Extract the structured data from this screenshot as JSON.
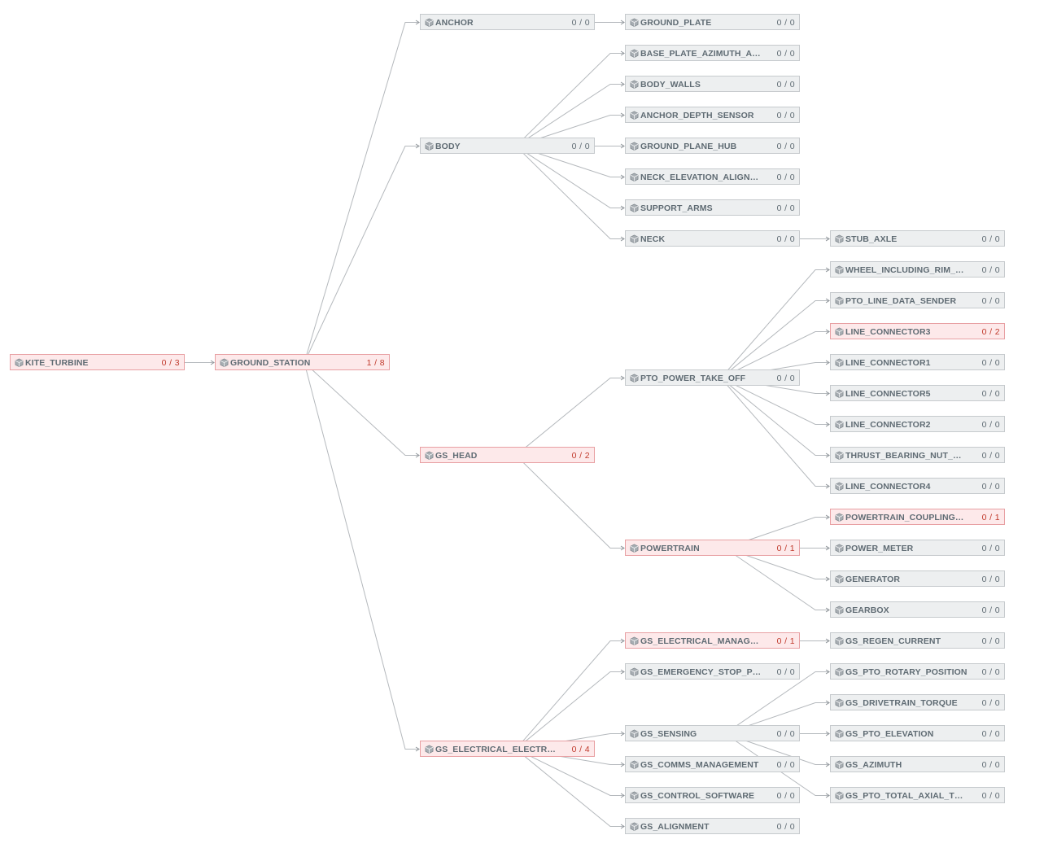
{
  "colors": {
    "edge": "#b5b9bd",
    "node_fill": "#edeff0",
    "node_border": "#c6cacd",
    "warn_fill": "#fde9ea",
    "warn_border": "#e8a0a3",
    "warn_count": "#c0392b"
  },
  "icon": "component-cube-icon",
  "nodes": [
    {
      "id": "kite_turbine",
      "label": "KITE_TURBINE",
      "count": "0 / 3",
      "warn": true
    },
    {
      "id": "ground_station",
      "label": "GROUND_STATION",
      "count": "1 / 8",
      "warn": true,
      "parent": "kite_turbine"
    },
    {
      "id": "anchor",
      "label": "ANCHOR",
      "count": "0 / 0",
      "parent": "ground_station"
    },
    {
      "id": "body",
      "label": "BODY",
      "count": "0 / 0",
      "parent": "ground_station"
    },
    {
      "id": "gs_head",
      "label": "GS_HEAD",
      "count": "0 / 2",
      "warn": true,
      "parent": "ground_station"
    },
    {
      "id": "gs_electrical_electronic",
      "label": "GS_ELECTRICAL_ELECTRONIC",
      "count": "0 / 4",
      "warn": true,
      "parent": "ground_station"
    },
    {
      "id": "ground_plate",
      "label": "GROUND_PLATE",
      "count": "0 / 0",
      "parent": "anchor"
    },
    {
      "id": "base_plate",
      "label": "BASE_PLATE_AZIMUTH_ALIGNMEN...",
      "count": "0 / 0",
      "parent": "body"
    },
    {
      "id": "body_walls",
      "label": "BODY_WALLS",
      "count": "0 / 0",
      "parent": "body"
    },
    {
      "id": "anchor_depth_sensor",
      "label": "ANCHOR_DEPTH_SENSOR",
      "count": "0 / 0",
      "parent": "body"
    },
    {
      "id": "ground_plane_hub",
      "label": "GROUND_PLANE_HUB",
      "count": "0 / 0",
      "parent": "body"
    },
    {
      "id": "neck_elevation",
      "label": "NECK_ELEVATION_ALIGNMENT_DRI...",
      "count": "0 / 0",
      "parent": "body"
    },
    {
      "id": "support_arms",
      "label": "SUPPORT_ARMS",
      "count": "0 / 0",
      "parent": "body"
    },
    {
      "id": "neck",
      "label": "NECK",
      "count": "0 / 0",
      "parent": "body"
    },
    {
      "id": "stub_axle",
      "label": "STUB_AXLE",
      "count": "0 / 0",
      "parent": "neck"
    },
    {
      "id": "pto_power_take_off",
      "label": "PTO_POWER_TAKE_OFF",
      "count": "0 / 0",
      "parent": "gs_head"
    },
    {
      "id": "powertrain",
      "label": "POWERTRAIN",
      "count": "0 / 1",
      "warn": true,
      "parent": "gs_head"
    },
    {
      "id": "wheel_including",
      "label": "WHEEL_INCLUDING_RIM_SPOKES_...",
      "count": "0 / 0",
      "parent": "pto_power_take_off"
    },
    {
      "id": "pto_line_data_sender",
      "label": "PTO_LINE_DATA_SENDER",
      "count": "0 / 0",
      "parent": "pto_power_take_off"
    },
    {
      "id": "line_connector3",
      "label": "LINE_CONNECTOR3",
      "count": "0 / 2",
      "warn": true,
      "parent": "pto_power_take_off"
    },
    {
      "id": "line_connector1",
      "label": "LINE_CONNECTOR1",
      "count": "0 / 0",
      "parent": "pto_power_take_off"
    },
    {
      "id": "line_connector5",
      "label": "LINE_CONNECTOR5",
      "count": "0 / 0",
      "parent": "pto_power_take_off"
    },
    {
      "id": "line_connector2",
      "label": "LINE_CONNECTOR2",
      "count": "0 / 0",
      "parent": "pto_power_take_off"
    },
    {
      "id": "thrust_bearing",
      "label": "THRUST_BEARING_NUT_AND_RETE...",
      "count": "0 / 0",
      "parent": "pto_power_take_off"
    },
    {
      "id": "line_connector4",
      "label": "LINE_CONNECTOR4",
      "count": "0 / 0",
      "parent": "pto_power_take_off"
    },
    {
      "id": "powertrain_coupling",
      "label": "POWERTRAIN_COUPLING_TRANSMI...",
      "count": "0 / 1",
      "warn": true,
      "parent": "powertrain"
    },
    {
      "id": "power_meter",
      "label": "POWER_METER",
      "count": "0 / 0",
      "parent": "powertrain"
    },
    {
      "id": "generator",
      "label": "GENERATOR",
      "count": "0 / 0",
      "parent": "powertrain"
    },
    {
      "id": "gearbox",
      "label": "GEARBOX",
      "count": "0 / 0",
      "parent": "powertrain"
    },
    {
      "id": "gs_electrical_management",
      "label": "GS_ELECTRICAL_MANAGEMENT",
      "count": "0 / 1",
      "warn": true,
      "parent": "gs_electrical_electronic"
    },
    {
      "id": "gs_emergency_stop",
      "label": "GS_EMERGENCY_STOP_PHYSICAL_...",
      "count": "0 / 0",
      "parent": "gs_electrical_electronic"
    },
    {
      "id": "gs_sensing",
      "label": "GS_SENSING",
      "count": "0 / 0",
      "parent": "gs_electrical_electronic"
    },
    {
      "id": "gs_comms_management",
      "label": "GS_COMMS_MANAGEMENT",
      "count": "0 / 0",
      "parent": "gs_electrical_electronic"
    },
    {
      "id": "gs_control_software",
      "label": "GS_CONTROL_SOFTWARE",
      "count": "0 / 0",
      "parent": "gs_electrical_electronic"
    },
    {
      "id": "gs_alignment",
      "label": "GS_ALIGNMENT",
      "count": "0 / 0",
      "parent": "gs_electrical_electronic"
    },
    {
      "id": "gs_regen_current",
      "label": "GS_REGEN_CURRENT",
      "count": "0 / 0",
      "parent": "gs_electrical_management"
    },
    {
      "id": "gs_pto_rotary_position",
      "label": "GS_PTO_ROTARY_POSITION",
      "count": "0 / 0",
      "parent": "gs_sensing"
    },
    {
      "id": "gs_drivetrain_torque",
      "label": "GS_DRIVETRAIN_TORQUE",
      "count": "0 / 0",
      "parent": "gs_sensing"
    },
    {
      "id": "gs_pto_elevation",
      "label": "GS_PTO_ELEVATION",
      "count": "0 / 0",
      "parent": "gs_sensing"
    },
    {
      "id": "gs_azimuth",
      "label": "GS_AZIMUTH",
      "count": "0 / 0",
      "parent": "gs_sensing"
    },
    {
      "id": "gs_pto_total_axial_tension",
      "label": "GS_PTO_TOTAL_AXIAL_TENSION",
      "count": "0 / 0",
      "parent": "gs_sensing"
    }
  ]
}
